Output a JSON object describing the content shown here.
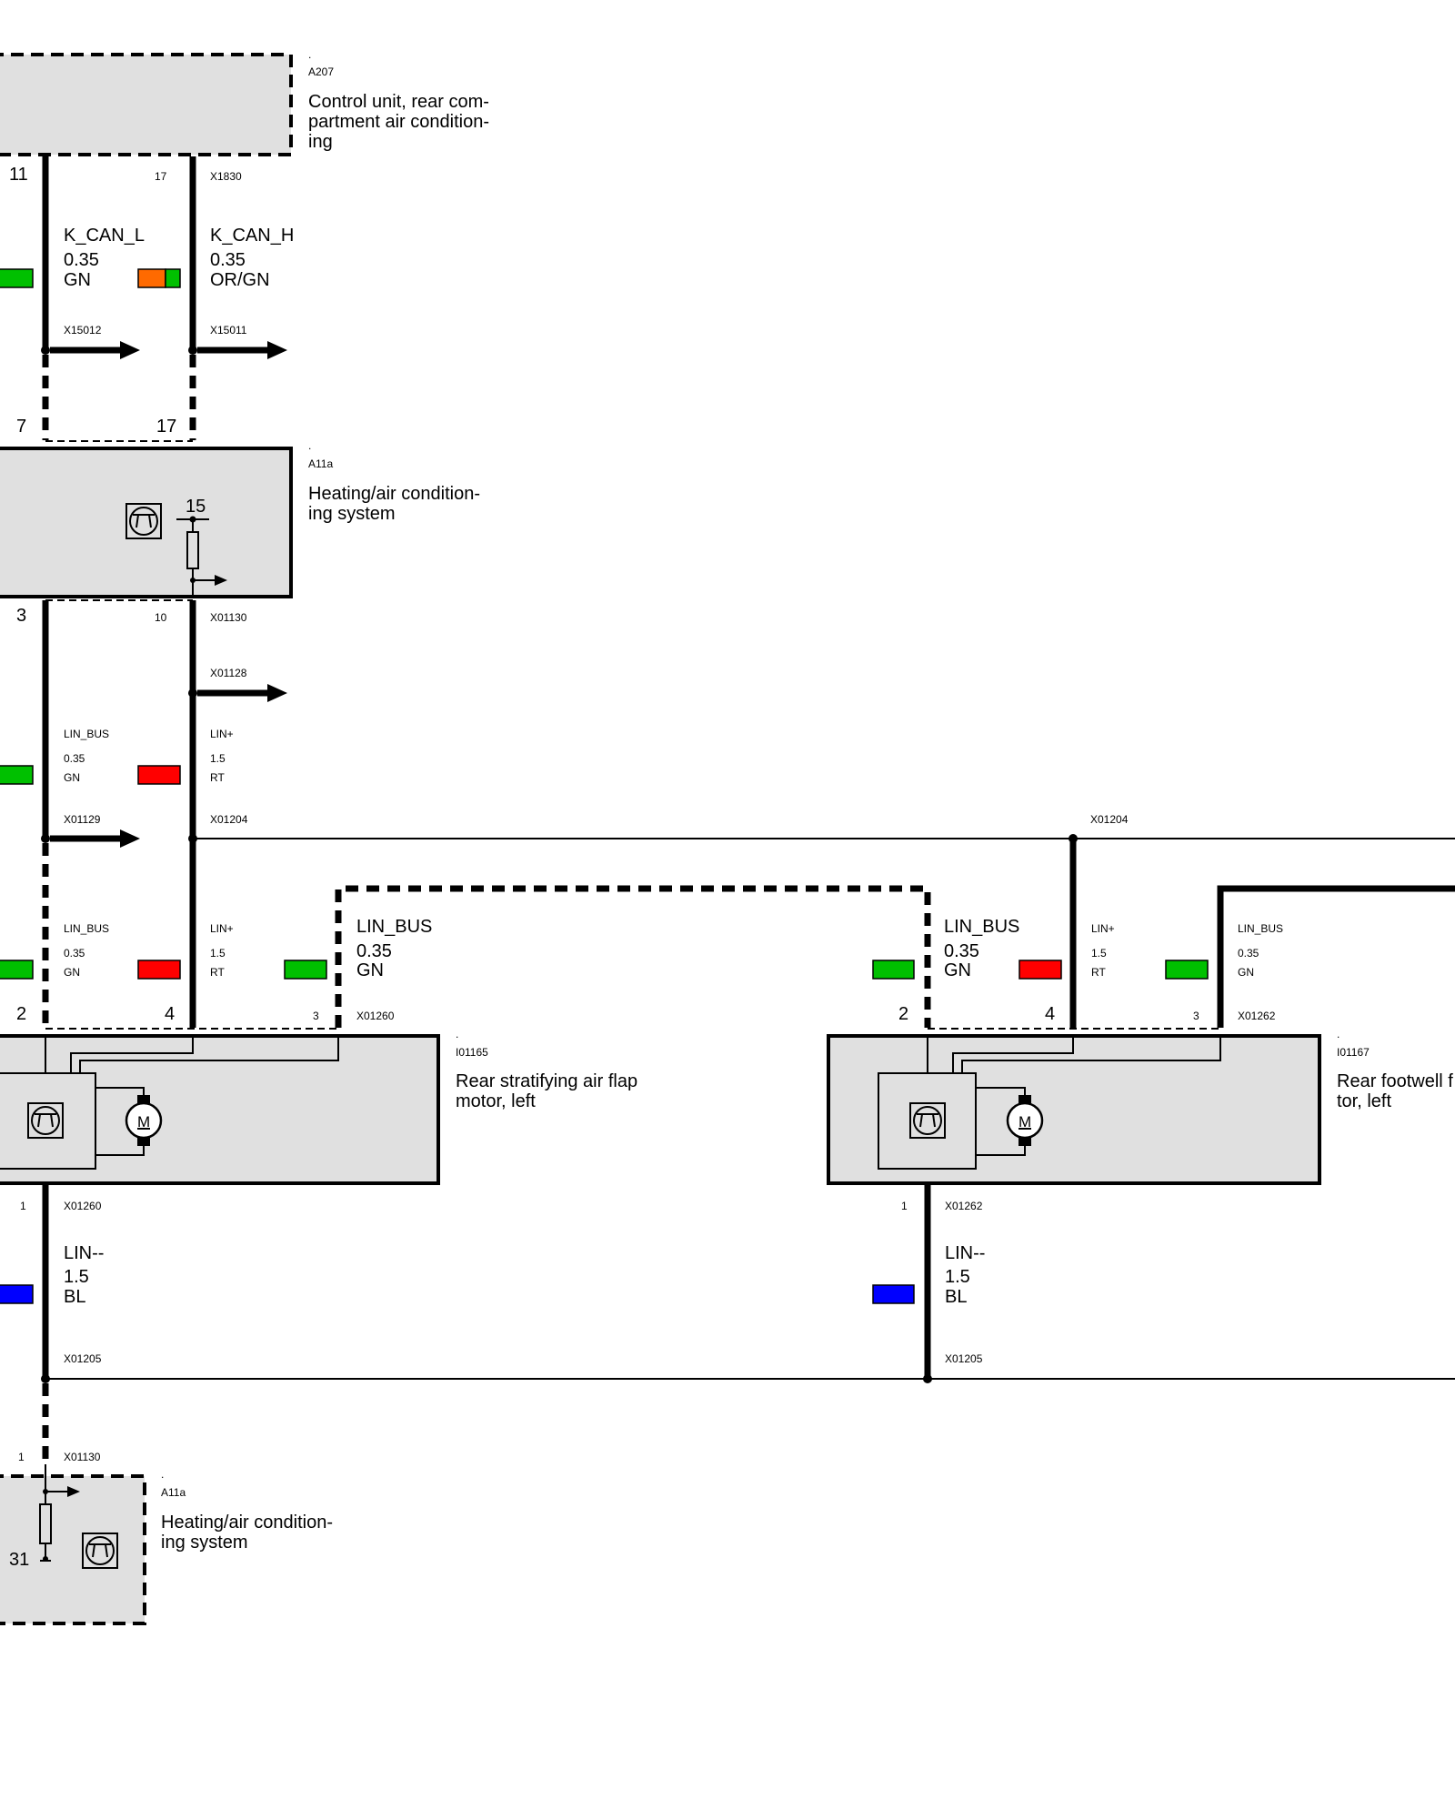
{
  "components": {
    "a207": {
      "dot": ".",
      "id": "A207",
      "name1": "Control unit, rear com-",
      "name2": "partment air condition-",
      "name3": "ing"
    },
    "a11a_top": {
      "dot": ".",
      "id": "A11a",
      "name1": "Heating/air condition-",
      "name2": "ing system"
    },
    "i01165": {
      "dot": ".",
      "id": "I01165",
      "name1": "Rear stratifying air flap",
      "name2": "motor, left"
    },
    "i01167": {
      "dot": ".",
      "id": "I01167",
      "name1": "Rear footwell f",
      "name2": "tor, left"
    },
    "a11a_bottom": {
      "dot": ".",
      "id": "A11a",
      "name1": "Heating/air condition-",
      "name2": "ing system"
    }
  },
  "pins": {
    "a207_11": "11",
    "a207_17": "17",
    "a207_conn": "X1830",
    "a11a_7": "7",
    "a11a_17": "17",
    "a11a_15": "15",
    "a11a_3": "3",
    "a11a_10": "10",
    "a11a_conn": "X01130",
    "m1_2": "2",
    "m1_4": "4",
    "m1_3": "3",
    "m1_conn": "X01260",
    "m1_1": "1",
    "m1_conn_bottom": "X01260",
    "m2_2": "2",
    "m2_4": "4",
    "m2_3": "3",
    "m2_conn": "X01262",
    "m2_1": "1",
    "m2_conn_bottom": "X01262",
    "b_1": "1",
    "b_conn": "X01130",
    "b_31": "31"
  },
  "wires": {
    "kcanl": {
      "name": "K_CAN_L",
      "size": "0.35",
      "color": "GN"
    },
    "kcanh": {
      "name": "K_CAN_H",
      "size": "0.35",
      "color": "OR/GN"
    },
    "linbus1": {
      "name": "LIN_BUS",
      "size": "0.35",
      "color": "GN"
    },
    "linplus1": {
      "name": "LIN+",
      "size": "1.5",
      "color": "RT"
    },
    "linbus2": {
      "name": "LIN_BUS",
      "size": "0.35",
      "color": "GN"
    },
    "linplus2": {
      "name": "LIN+",
      "size": "1.5",
      "color": "RT"
    },
    "linbus3": {
      "name": "LIN_BUS",
      "size": "0.35",
      "color": "GN"
    },
    "linbus4": {
      "name": "LIN_BUS",
      "size": "0.35",
      "color": "GN"
    },
    "linplus3": {
      "name": "LIN+",
      "size": "1.5",
      "color": "RT"
    },
    "linbus5": {
      "name": "LIN_BUS",
      "size": "0.35",
      "color": "GN"
    },
    "linminus1": {
      "name": "LIN--",
      "size": "1.5",
      "color": "BL"
    },
    "linminus2": {
      "name": "LIN--",
      "size": "1.5",
      "color": "BL"
    }
  },
  "connectors": {
    "x15012": "X15012",
    "x15011": "X15011",
    "x01128": "X01128",
    "x01129": "X01129",
    "x01204a": "X01204",
    "x01204b": "X01204",
    "x01205a": "X01205",
    "x01205b": "X01205"
  },
  "colors": {
    "GN": "#00c000",
    "OR": "#ff6a00",
    "RT": "#ff0000",
    "BL": "#0000ff"
  }
}
